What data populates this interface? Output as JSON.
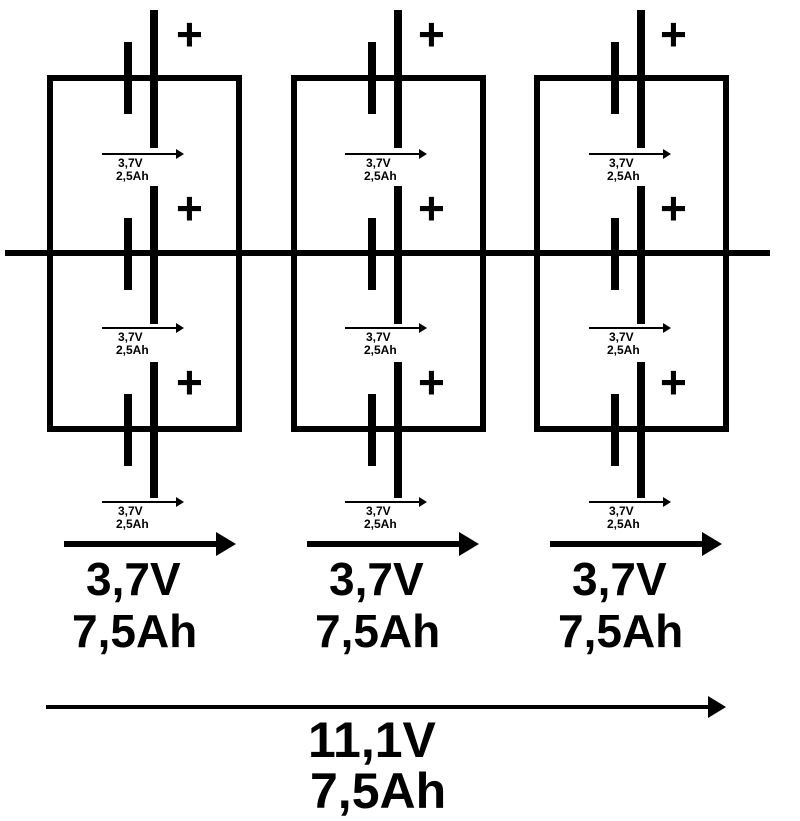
{
  "cell": {
    "voltage": "3,7V",
    "capacity": "2,5Ah",
    "polarity": "+"
  },
  "groups": [
    {
      "voltage": "3,7V",
      "capacity": "7,5Ah"
    },
    {
      "voltage": "3,7V",
      "capacity": "7,5Ah"
    },
    {
      "voltage": "3,7V",
      "capacity": "7,5Ah"
    }
  ],
  "total": {
    "voltage": "11,1V",
    "capacity": "7,5Ah"
  },
  "colors": {
    "stroke": "#000000",
    "background": "#ffffff"
  }
}
